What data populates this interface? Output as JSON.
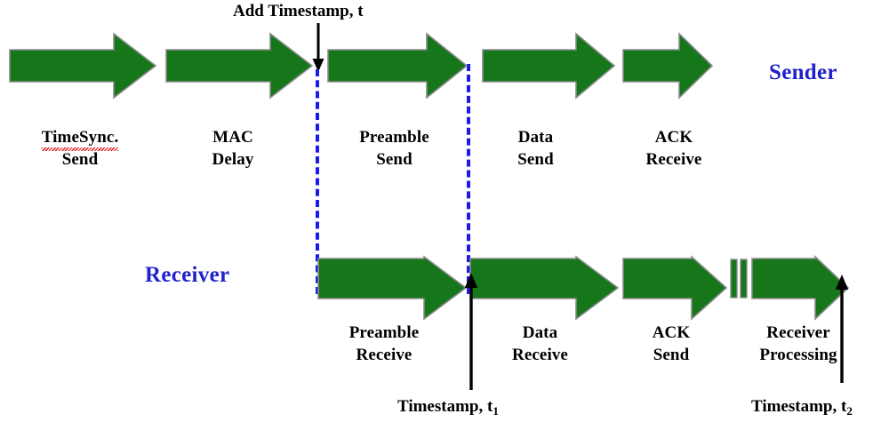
{
  "diagram": {
    "title_text_present": false,
    "colors": {
      "arrow_fill": "#15761a",
      "arrow_stroke": "#7f7f7f",
      "dashed_line": "#1a1aee",
      "role_label": "#2222cc",
      "text": "#000000",
      "spellcheck_underline": "#e01b1b",
      "background": "#ffffff"
    },
    "roles": {
      "sender": "Sender",
      "receiver": "Receiver"
    },
    "callouts": [
      {
        "id": "add-timestamp",
        "text": "Add Timestamp, t",
        "sub": ""
      },
      {
        "id": "timestamp-t1",
        "text": "Timestamp, t",
        "sub": "1"
      },
      {
        "id": "timestamp-t2",
        "text": "Timestamp, t",
        "sub": "2"
      }
    ],
    "sender_row": {
      "steps": [
        {
          "id": "timesync-send",
          "line1": "TimeSync.",
          "line2": "Send",
          "misspelled": true
        },
        {
          "id": "mac-delay",
          "line1": "MAC",
          "line2": "Delay",
          "misspelled": false
        },
        {
          "id": "preamble-send",
          "line1": "Preamble",
          "line2": "Send",
          "misspelled": false
        },
        {
          "id": "data-send",
          "line1": "Data",
          "line2": "Send",
          "misspelled": false
        },
        {
          "id": "ack-receive",
          "line1": "ACK",
          "line2": "Receive",
          "misspelled": false
        }
      ]
    },
    "receiver_row": {
      "steps": [
        {
          "id": "preamble-receive",
          "line1": "Preamble",
          "line2": "Receive",
          "misspelled": false
        },
        {
          "id": "data-receive",
          "line1": "Data",
          "line2": "Receive",
          "misspelled": false
        },
        {
          "id": "ack-send",
          "line1": "ACK",
          "line2": "Send",
          "misspelled": false
        },
        {
          "id": "receiver-processing",
          "line1": "Receiver",
          "line2": "Processing",
          "misspelled": false
        }
      ]
    }
  }
}
